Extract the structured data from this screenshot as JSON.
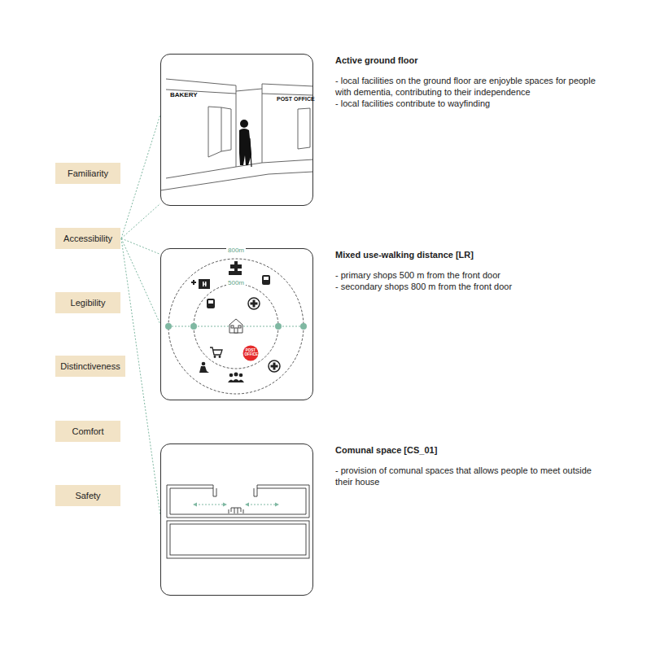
{
  "diagram": {
    "nodes": [
      {
        "text": [
          "Familiarity"
        ]
      },
      {
        "text": [
          "Accessibility"
        ]
      },
      {
        "text": [
          "Legibility"
        ]
      },
      {
        "text": [
          "Distinctiveness"
        ]
      },
      {
        "text": [
          "Comfort"
        ]
      },
      {
        "text": [
          "Safety"
        ]
      },
      {
        "text": [
          "Active ground floor",
          "- local facilities on the ground floor are enjoyble spaces for people with dementia, contributing to their independence",
          "- local facilities contribute to wayfinding"
        ]
      },
      {
        "text": [
          "Mixed use-walking distance [LR]",
          "- primary shops 500 m from the front door",
          "- secondary shops 800 m from the front door"
        ]
      },
      {
        "text": [
          "Comunal space [CS_01]",
          "- provision of comunal spaces that allows people to meet outside their house"
        ]
      }
    ],
    "edges": [
      {
        "from": 1,
        "to": 6,
        "arrow": "none"
      },
      {
        "from": 1,
        "to": 6,
        "arrow": "none"
      },
      {
        "from": 1,
        "to": 7,
        "arrow": "none"
      },
      {
        "from": 1,
        "to": 7,
        "arrow": "none"
      },
      {
        "from": 1,
        "to": 8,
        "arrow": "none"
      }
    ],
    "labels": [
      "BAKERY",
      "POST OFFICE",
      "800m",
      "500m",
      "POST OFFICE"
    ]
  }
}
